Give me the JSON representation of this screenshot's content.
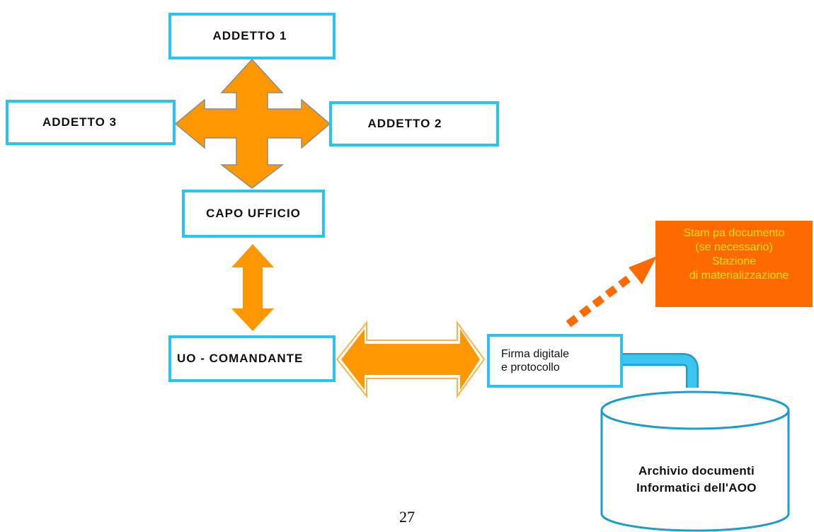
{
  "nodes": {
    "addetto1": "ADDETTO 1",
    "addetto2": "ADDETTO 2",
    "addetto3": "ADDETTO 3",
    "capo_ufficio": "CAPO UFFICIO",
    "uo_comandante": "UO - COMANDANTE",
    "firma": [
      "Firma digitale",
      "e protocollo"
    ],
    "stampa": [
      "Stam pa documento",
      "(se necessario)",
      "Stazione",
      "di materializzazione"
    ],
    "archivio": [
      "Archivio documenti",
      "Informatici dell'AOO"
    ]
  },
  "edges": [
    {
      "from": "addetto1",
      "to": "capo_ufficio",
      "style": "four-way-arrow",
      "also": [
        "addetto2",
        "addetto3"
      ]
    },
    {
      "from": "capo_ufficio",
      "to": "uo_comandante",
      "style": "double-arrow"
    },
    {
      "from": "uo_comandante",
      "to": "firma",
      "style": "double-arrow"
    },
    {
      "from": "firma",
      "to": "stampa",
      "style": "dashed-arrow"
    },
    {
      "from": "firma",
      "to": "archivio",
      "style": "pipe"
    }
  ],
  "colors": {
    "box_border": "#29c4ee",
    "arrow_fill": "#ff9800",
    "arrow_stroke": "#8c8c8c",
    "dashed_arrow": "#ff6a00",
    "stampa_bg": "#ff6a00",
    "stampa_text": "#ffe100",
    "pipe": "#29c4ee",
    "cylinder_stroke": "#1e9ccc"
  },
  "page_number": "27"
}
